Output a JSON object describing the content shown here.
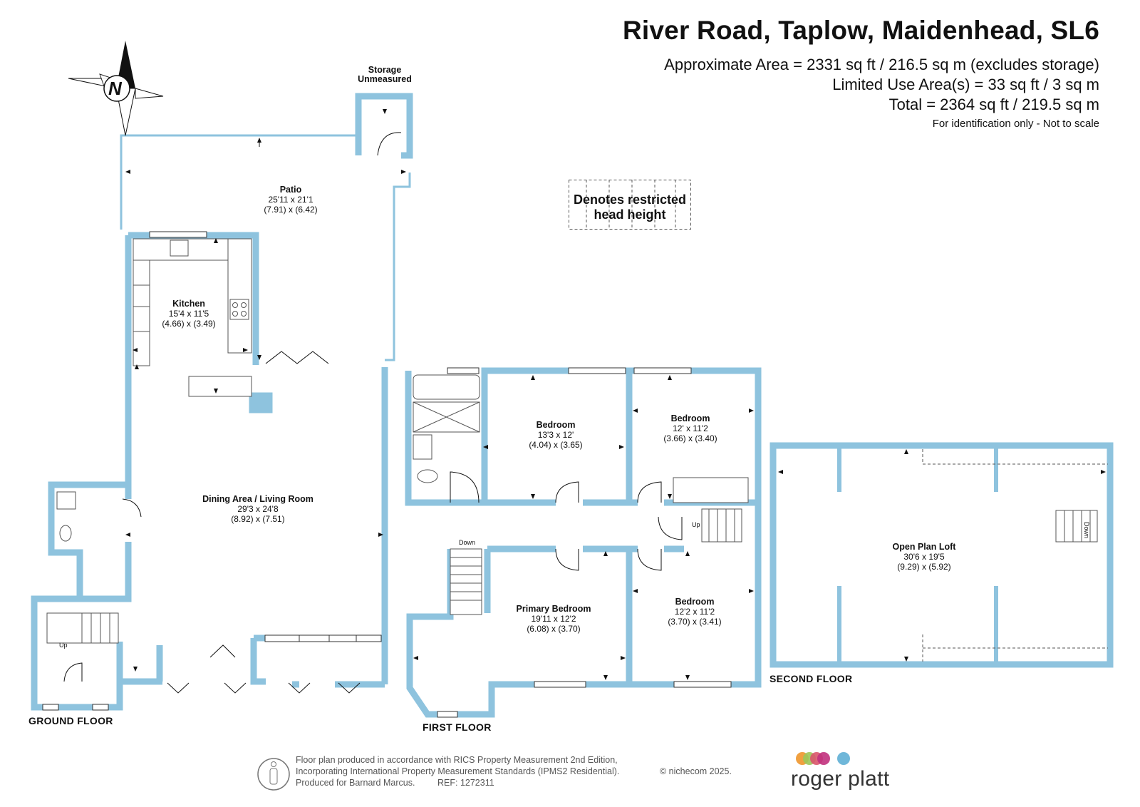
{
  "header": {
    "title": "River Road, Taplow, Maidenhead, SL6",
    "approx_area": "Approximate Area = 2331 sq ft / 216.5 sq m (excludes storage)",
    "limited_use": "Limited Use Area(s) = 33 sq ft / 3 sq m",
    "total": "Total = 2364 sq ft / 219.5 sq m",
    "note": "For identification only - Not to scale"
  },
  "compass": {
    "label": "N"
  },
  "legend": {
    "restricted": "Denotes restricted head height"
  },
  "floors": {
    "ground": "GROUND FLOOR",
    "first": "FIRST FLOOR",
    "second": "SECOND FLOOR"
  },
  "rooms": {
    "storage": {
      "name": "Storage",
      "dims": "Unmeasured"
    },
    "patio": {
      "name": "Patio",
      "imperial": "25'11 x 21'1",
      "metric": "(7.91) x (6.42)"
    },
    "kitchen": {
      "name": "Kitchen",
      "imperial": "15'4 x 11'5",
      "metric": "(4.66) x (3.49)"
    },
    "dining": {
      "name": "Dining Area / Living Room",
      "imperial": "29'3 x 24'8",
      "metric": "(8.92) x (7.51)"
    },
    "bedroom1": {
      "name": "Bedroom",
      "imperial": "13'3 x 12'",
      "metric": "(4.04) x (3.65)"
    },
    "bedroom2": {
      "name": "Bedroom",
      "imperial": "12' x 11'2",
      "metric": "(3.66) x (3.40)"
    },
    "primary": {
      "name": "Primary Bedroom",
      "imperial": "19'11 x 12'2",
      "metric": "(6.08) x (3.70)"
    },
    "bedroom3": {
      "name": "Bedroom",
      "imperial": "12'2 x 11'2",
      "metric": "(3.70) x (3.41)"
    },
    "loft": {
      "name": "Open Plan Loft",
      "imperial": "30'6 x 19'5",
      "metric": "(9.29) x (5.92)"
    }
  },
  "stairs": {
    "up": "Up",
    "down": "Down"
  },
  "footer": {
    "line1": "Floor plan produced in accordance with RICS Property Measurement 2nd Edition,",
    "line2": "Incorporating International Property Measurement Standards (IPMS2 Residential).",
    "copyright": "© nichecom 2025.",
    "line3": "Produced for Barnard Marcus.",
    "ref": "REF:  1272311"
  },
  "brand": {
    "name": "roger platt"
  },
  "colors": {
    "wall": "#8ec3de",
    "line": "#111111",
    "logo_dots": [
      "#f0a040",
      "#9cc65a",
      "#d9556b",
      "#c1317d",
      "#6fb7d9"
    ]
  }
}
